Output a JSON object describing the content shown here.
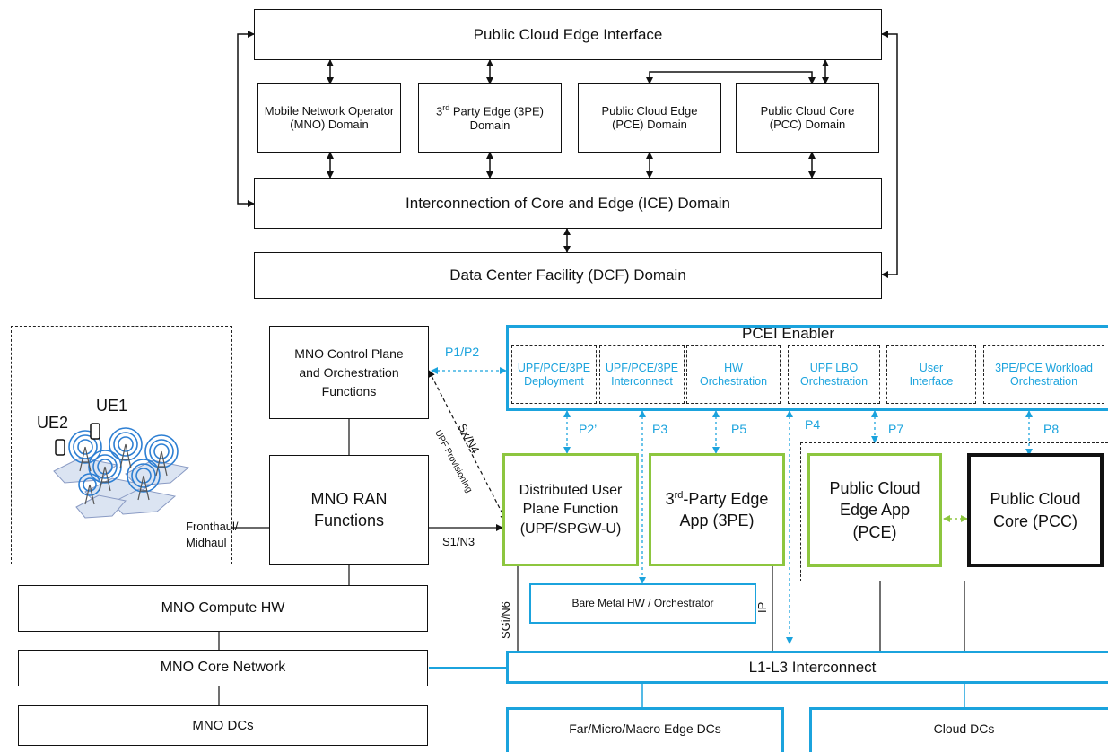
{
  "top": {
    "pcei": "Public Cloud Edge Interface",
    "mno": "Mobile Network Operator (MNO) Domain",
    "tpe_pre": "3",
    "tpe_sup": "rd",
    "tpe_post": " Party Edge (3PE) Domain",
    "pce": "Public Cloud Edge (PCE) Domain",
    "pcc": "Public Cloud Core (PCC) Domain",
    "ice": "Interconnection of Core and Edge (ICE) Domain",
    "dcf": "Data Center Facility (DCF) Domain"
  },
  "bottom": {
    "ue1": "UE1",
    "ue2": "UE2",
    "mno_cp": "MNO Control Plane and Orchestration Functions",
    "mno_ran": "MNO RAN Functions",
    "fronthaul": "Fronthaul/ Midhaul",
    "s1n3": "S1/N3",
    "sxn4": "Sx/N4",
    "upf_prov": "UPF Provisioning",
    "mno_compute": "MNO Compute HW",
    "mno_core": "MNO Core Network",
    "mno_dcs": "MNO DCs",
    "pcei_enabler": "PCEI Enabler",
    "p1p2": "P1/P2",
    "sub1": "UPF/PCE/3PE Deployment",
    "sub2": "UPF/PCE/3PE Interconnect",
    "sub3": "HW Orchestration",
    "sub4": "UPF LBO Orchestration",
    "sub5": "User Interface",
    "sub6": "3PE/PCE Workload Orchestration",
    "p2": "P2’",
    "p3": "P3",
    "p5": "P5",
    "p4": "P4",
    "p7": "P7",
    "p8": "P8",
    "upf": "Distributed User Plane Function (UPF/SPGW-U)",
    "tpa_pre": "3",
    "tpa_sup": "rd",
    "tpa_post": "-Party Edge App (3PE)",
    "pce_app": "Public Cloud Edge App (PCE)",
    "pcc_core": "Public Cloud Core (PCC)",
    "bare_metal": "Bare Metal HW / Orchestrator",
    "sgi": "SGi/N6",
    "ip": "IP",
    "l1l3": "L1-L3 Interconnect",
    "far_edge": "Far/Micro/Macro Edge DCs",
    "cloud_dcs": "Cloud DCs"
  },
  "colors": {
    "blue": "#1ba3dd",
    "green": "#8dc63f",
    "black": "#111111"
  }
}
